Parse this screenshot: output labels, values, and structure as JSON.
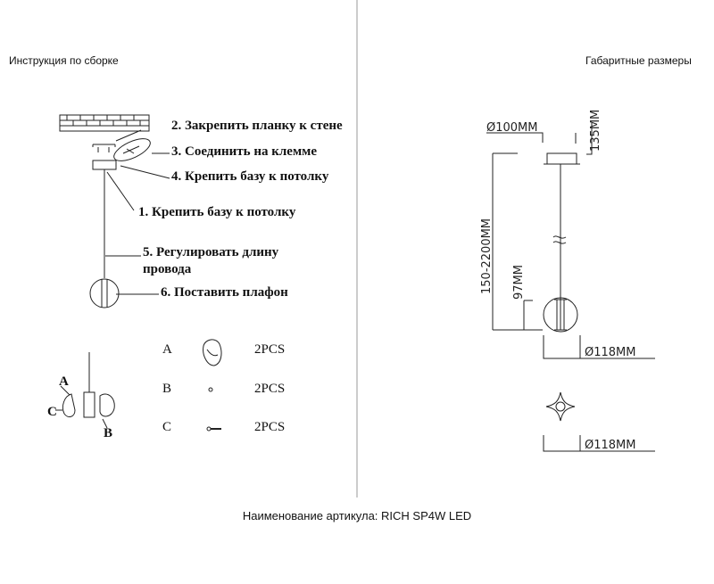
{
  "left_title": "Инструкция по сборке",
  "right_title": "Габаритные размеры",
  "footer": "Наименование артикула: RICH SP4W LED",
  "steps": [
    "2. Закрепить планку к стене",
    "3. Соединить на клемме",
    "4. Крепить базу к потолку",
    "1. Крепить базу к потолку",
    "5. Регулировать длину",
    "провода",
    "6. Поставить плафон"
  ],
  "parts": [
    {
      "label": "A",
      "qty": "2PCS",
      "icon": "shade-clip-icon"
    },
    {
      "label": "B",
      "qty": "2PCS",
      "icon": "screw-dot-icon"
    },
    {
      "label": "C",
      "qty": "2PCS",
      "icon": "pin-icon"
    }
  ],
  "assembly_labels": [
    "A",
    "C",
    "B"
  ],
  "dimensions": {
    "canopy_diameter": "Ø100MM",
    "canopy_height": "135MM",
    "cable_length": "150-2200MM",
    "shade_height": "97MM",
    "shade_diameter": "Ø118MM",
    "top_view_diameter": "Ø118MM"
  }
}
